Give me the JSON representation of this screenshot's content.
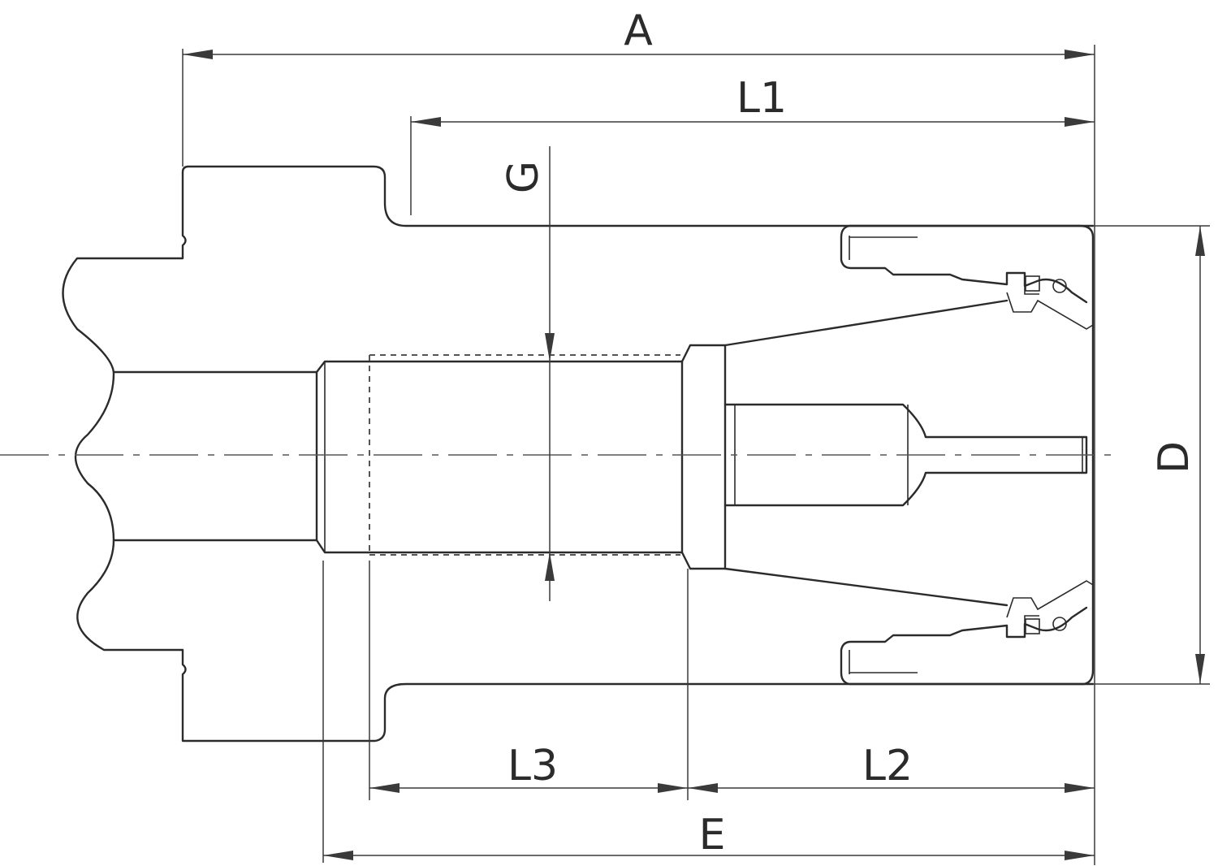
{
  "dimensions": {
    "A": "A",
    "L1": "L1",
    "G": "G",
    "D": "D",
    "L3": "L3",
    "L2": "L2",
    "E": "E"
  },
  "colors": {
    "line": "#2b2b2b",
    "background": "#ffffff"
  }
}
